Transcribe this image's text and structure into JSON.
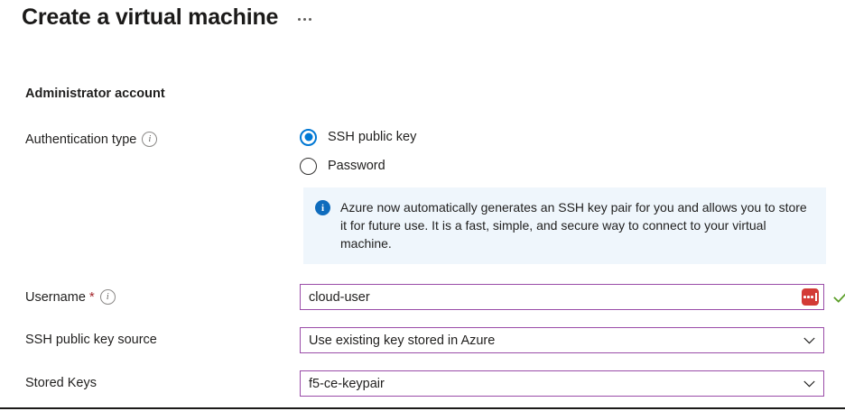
{
  "header": {
    "title": "Create a virtual machine",
    "more_menu_icon": "ellipsis-horizontal-icon"
  },
  "form": {
    "section_heading": "Administrator account",
    "auth_type": {
      "label": "Authentication type",
      "info_icon": "info-circle-icon",
      "selected": "SSH public key",
      "options": [
        {
          "label": "SSH public key",
          "selected": true
        },
        {
          "label": "Password",
          "selected": false
        }
      ]
    },
    "info_banner": {
      "icon": "info-filled-icon",
      "text": "Azure now automatically generates an SSH key pair for you and allows you to store it for future use. It is a fast, simple, and secure way to connect to your virtual machine.",
      "background_color": "#eff6fc",
      "icon_color": "#0f6cbd"
    },
    "username": {
      "label": "Username",
      "required_marker": "*",
      "info_icon": "info-circle-icon",
      "value": "cloud-user",
      "placeholder": "",
      "password_manager_icon": "lastpass-badge-icon",
      "validation_icon": "green-check-icon",
      "validation_color": "#5a9e27"
    },
    "ssh_key_source": {
      "label": "SSH public key source",
      "value": "Use existing key stored in Azure",
      "chevron_icon": "chevron-down-icon"
    },
    "stored_keys": {
      "label": "Stored Keys",
      "value": "f5-ce-keypair",
      "chevron_icon": "chevron-down-icon"
    },
    "field_border_color": "#9a4ca8",
    "accent_color": "#0078d4",
    "required_color": "#a4262c"
  }
}
